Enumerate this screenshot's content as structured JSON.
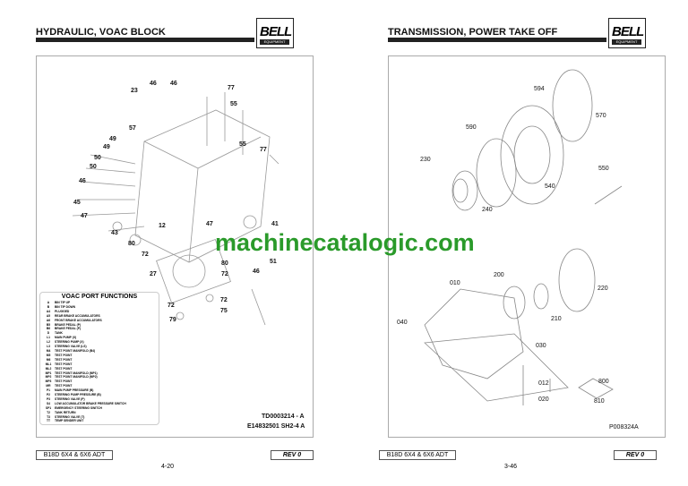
{
  "left_page": {
    "title": "HYDRAULIC, VOAC BLOCK",
    "logo_text": "BELL",
    "logo_sub": "EQUIPMENT",
    "callouts": [
      "46",
      "46",
      "23",
      "77",
      "55",
      "57",
      "49",
      "49",
      "55",
      "77",
      "50",
      "50",
      "46",
      "45",
      "47",
      "12",
      "43",
      "41",
      "47",
      "80",
      "72",
      "51",
      "80",
      "46",
      "27",
      "72",
      "72",
      "72",
      "75",
      "79"
    ],
    "port_functions": {
      "heading": "VOAC PORT FUNCTIONS",
      "rows": [
        [
          "A",
          "BIN TIP UP"
        ],
        [
          "B",
          "BIN TIP DOWN"
        ],
        [
          "A4",
          "PLUGGED"
        ],
        [
          "A5",
          "REAR BRAKE ACCUMULATORS"
        ],
        [
          "A6",
          "FRONT BRAKE ACCUMULATORS"
        ],
        [
          "B5",
          "BRAKE PEDAL (P)"
        ],
        [
          "B6",
          "BRAKE PEDAL (P)"
        ],
        [
          "D",
          "TANK"
        ],
        [
          "L1",
          "MAIN PUMP (X)"
        ],
        [
          "L2",
          "STEERING PUMP (X)"
        ],
        [
          "L3",
          "STEERING VALVE (LS)"
        ],
        [
          "M4",
          "TEST POINT MANIFOLD (B4)"
        ],
        [
          "M5",
          "TEST POINT"
        ],
        [
          "M6",
          "TEST POINT"
        ],
        [
          "ML1",
          "TEST POINT"
        ],
        [
          "ML2",
          "TEST POINT"
        ],
        [
          "MP1",
          "TEST POINT MANIFOLD (MP1)"
        ],
        [
          "MP2",
          "TEST POINT MANIFOLD (MP2)"
        ],
        [
          "MP3",
          "TEST POINT"
        ],
        [
          "MR",
          "TEST POINT"
        ],
        [
          "P1",
          "MAIN PUMP PRESSURE (B)"
        ],
        [
          "P2",
          "STEERING PUMP PRESSURE (B)"
        ],
        [
          "P3",
          "STEERING VALVE (P)"
        ],
        [
          "S4",
          "LOW ACCUMULATOR BRAKE PRESSURE SWITCH"
        ],
        [
          "SP1",
          "EMERGENCY STEERING SWITCH"
        ],
        [
          "T2",
          "TANK RETURN"
        ],
        [
          "T3",
          "STEERING VALVE (T)"
        ],
        [
          "TT",
          "TEMP SENDER UNIT"
        ]
      ]
    },
    "drawing_code": "TD0003214 - A",
    "drawing_ref": "E14832501 SH2-4 A",
    "footer_model": "B18D 6X4 & 6X6 ADT",
    "footer_rev": "REV 0",
    "page_number": "4-20"
  },
  "right_page": {
    "title": "TRANSMISSION, POWER TAKE OFF",
    "logo_text": "BELL",
    "logo_sub": "EQUIPMENT",
    "callouts": [
      "594",
      "570",
      "590",
      "230",
      "550",
      "540",
      "240",
      "200",
      "010",
      "220",
      "040",
      "210",
      "030",
      "012",
      "020",
      "800",
      "810"
    ],
    "drawing_code": "P008324A",
    "footer_model": "B18D 6X4 & 6X6 ADT",
    "footer_rev": "REV 0",
    "page_number": "3-46"
  },
  "watermark": "machinecatalogic.com"
}
